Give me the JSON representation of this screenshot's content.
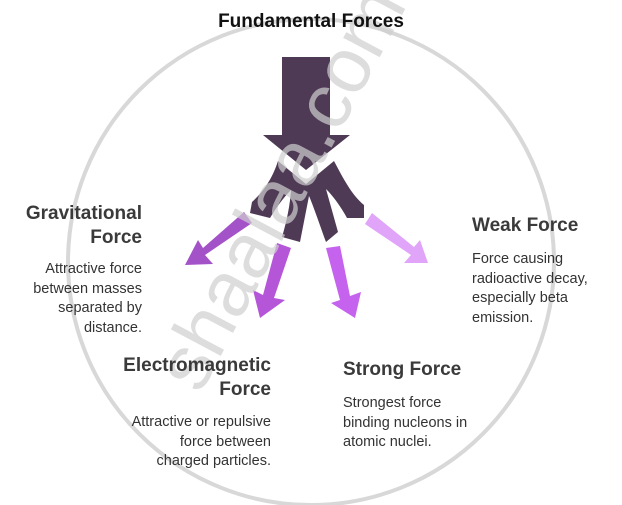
{
  "title": "Fundamental Forces",
  "watermark": "shaalaa.com",
  "forces": [
    {
      "name": "Gravitational Force",
      "desc": "Attractive force between masses separated by distance.",
      "color": "#a452c8"
    },
    {
      "name": "Electromagnetic Force",
      "desc": "Attractive or repulsive force between charged particles.",
      "color": "#b555d8"
    },
    {
      "name": "Strong Force",
      "desc": "Strongest force binding nucleons in atomic nuclei.",
      "color": "#c563ee"
    },
    {
      "name": "Weak Force",
      "desc": "Force causing radioactive decay, especially beta emission.",
      "color": "#e0a4f8"
    }
  ],
  "main_color": "#4f3a56"
}
